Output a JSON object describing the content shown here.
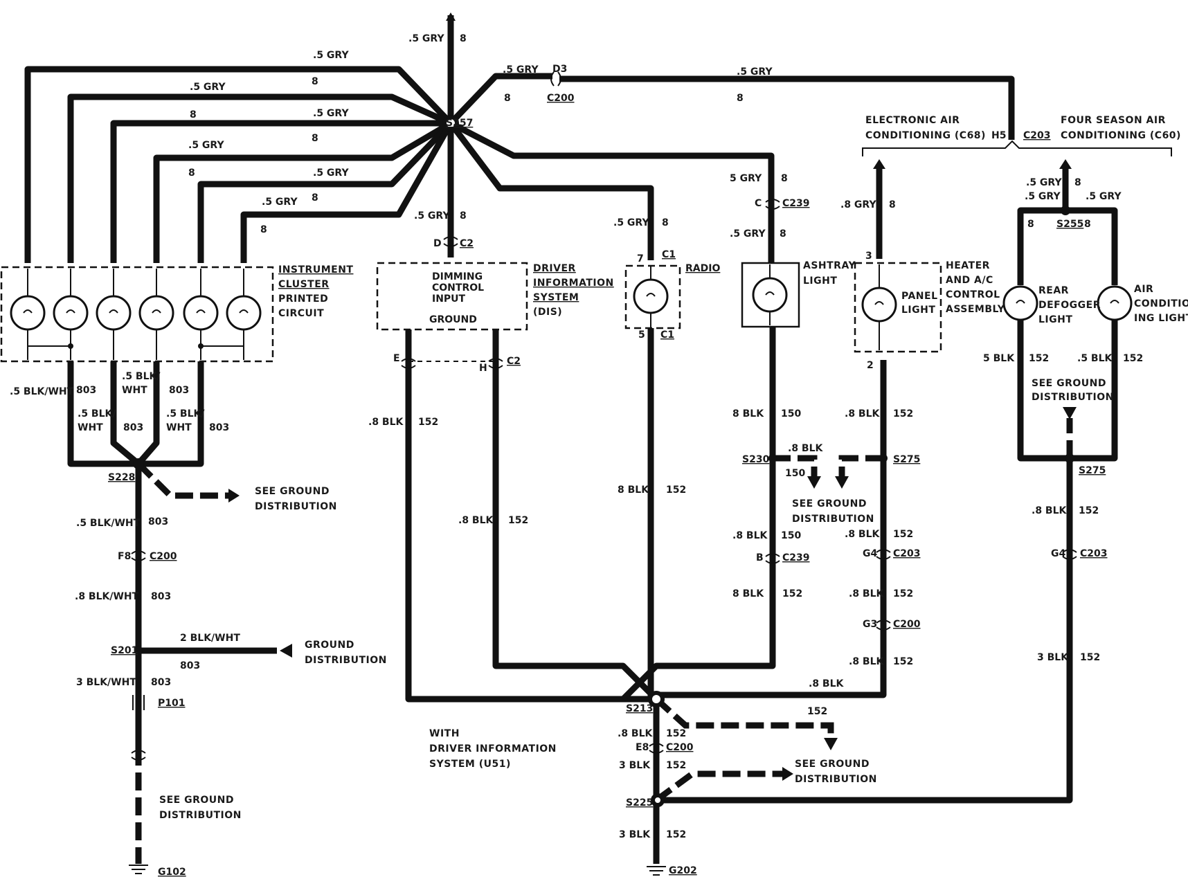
{
  "wires": {
    "gry_05": ".5 GRY",
    "gry_5": "5 GRY",
    "gry_08": ".8 GRY",
    "c8": "8",
    "blkwht_05": ".5 BLK/WHT",
    "blkwht_05_split_a": ".5 BLK/",
    "blkwht_05_split_b": "WHT",
    "blkwht_08": ".8 BLK/WHT",
    "blkwht_2": "2 BLK/WHT",
    "blkwht_3": "3 BLK/WHT",
    "c803": "803",
    "blk_08": ".8 BLK",
    "blk_8": "8 BLK",
    "blk_05": ".5 BLK",
    "blk_5": "5 BLK",
    "blk_3": "3 BLK",
    "c150": "150",
    "c152": "152"
  },
  "splices": {
    "s257": "S257",
    "s228": "S228",
    "s201": "S201",
    "s213": "S213",
    "s225": "S225",
    "s230": "S230",
    "s275": "S275",
    "s255": "S255"
  },
  "connectors": {
    "c200": "C200",
    "c203": "C203",
    "c239": "C239",
    "c1": "C1",
    "c2": "C2",
    "p101": "P101",
    "d3": "D3",
    "h5": "H5",
    "f8": "F8",
    "e8": "E8",
    "g3": "G3",
    "g4": "G4",
    "d": "D",
    "e": "E",
    "h": "H",
    "c": "C",
    "b": "B",
    "pin7": "7",
    "pin5": "5",
    "pin3": "3",
    "pin2": "2"
  },
  "grounds": {
    "g102": "G102",
    "g202": "G202"
  },
  "components": {
    "instrument_cluster": [
      "INSTRUMENT",
      "CLUSTER",
      "PRINTED",
      "CIRCUIT"
    ],
    "dis": [
      "DRIVER",
      "INFORMATION",
      "SYSTEM",
      "(DIS)"
    ],
    "dis_box": [
      "DIMMING",
      "CONTROL",
      "INPUT"
    ],
    "dis_ground": "GROUND",
    "radio": "RADIO",
    "ashtray": [
      "ASHTRAY",
      "LIGHT"
    ],
    "heater": [
      "HEATER",
      "AND A/C",
      "CONTROL",
      "ASSEMBLY"
    ],
    "panel_light": [
      "PANEL",
      "LIGHT"
    ],
    "rear_defogger": [
      "REAR",
      "DEFOGGER",
      "LIGHT"
    ],
    "ac_light": [
      "AIR",
      "CONDITION",
      "ING LIGHT"
    ]
  },
  "notes": {
    "electronic_ac": [
      "ELECTRONIC AIR",
      "CONDITIONING (C68)"
    ],
    "four_season_ac": [
      "FOUR SEASON AIR",
      "CONDITIONING (C60)"
    ],
    "see_ground": [
      "SEE GROUND",
      "DISTRIBUTION"
    ],
    "ground_distribution": [
      "GROUND",
      "DISTRIBUTION"
    ],
    "with_dis": [
      "WITH",
      "DRIVER INFORMATION",
      "SYSTEM (U51)"
    ]
  }
}
